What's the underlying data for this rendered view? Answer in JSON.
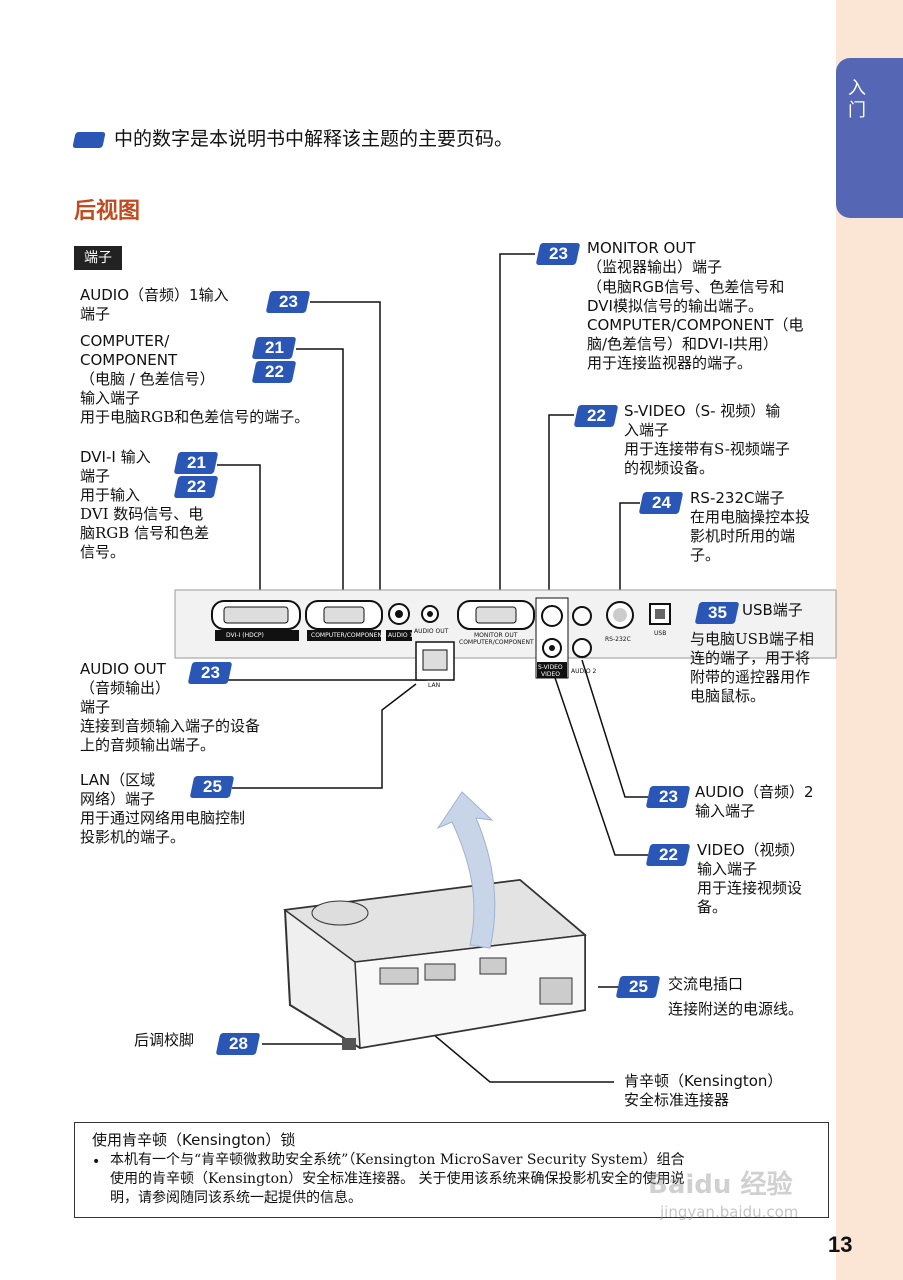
{
  "side_tab": {
    "label": "入门"
  },
  "legend": {
    "text": "中的数字是本说明书中解释该主题的主要页码。"
  },
  "section": {
    "title": "后视图"
  },
  "ports_label": "端子",
  "left_items": {
    "audio1": {
      "title": "AUDIO（音频）1输入",
      "title2": "端子",
      "pages": [
        "23"
      ]
    },
    "computer": {
      "l1": "COMPUTER/",
      "l2": "COMPONENT",
      "l3": "（电脑 / 色差信号）",
      "l4": "输入端子",
      "desc": "用于电脑RGB和色差信号的端子。",
      "pages": [
        "21",
        "22"
      ]
    },
    "dvi": {
      "l1": "DVI-I 输入",
      "l2": "端子",
      "d1": "用于输入",
      "d2": "DVI  数码信号、电",
      "d3": "脑RGB  信号和色差",
      "d4": "信号。",
      "pages": [
        "21",
        "22"
      ]
    },
    "audio_out": {
      "l1": "AUDIO OUT",
      "l2": "（音频输出）",
      "l3": "端子",
      "d1": "连接到音频输入端子的设备",
      "d2": "上的音频输出端子。",
      "pages": [
        "23"
      ]
    },
    "lan": {
      "l1": "LAN（区域",
      "l2": "网络）端子",
      "d1": "用于通过网络用电脑控制",
      "d2": "投影机的端子。",
      "pages": [
        "25"
      ]
    },
    "foot": {
      "l1": "后调校脚",
      "pages": [
        "28"
      ]
    }
  },
  "right_items": {
    "monitor": {
      "l1": "MONITOR OUT",
      "l2": "（监视器输出）端子",
      "l3": "（电脑RGB信号、色差信号和",
      "l4": "DVI模拟信号的输出端子。",
      "l5": "COMPUTER/COMPONENT（电",
      "l6": "脑/色差信号）和DVI-I共用）",
      "d1": "用于连接监视器的端子。",
      "pages": [
        "23"
      ]
    },
    "svideo": {
      "l1": "S-VIDEO（S- 视频）输",
      "l2": "入端子",
      "d1": "用于连接带有S-视频端子",
      "d2": "的视频设备。",
      "pages": [
        "22"
      ]
    },
    "rs232": {
      "l1": "RS-232C端子",
      "d1": "在用电脑操控本投",
      "d2": "影机时所用的端",
      "d3": "子。",
      "pages": [
        "24"
      ]
    },
    "usb": {
      "l1": "USB端子",
      "d1": "与电脑USB端子相",
      "d2": "连的端子，用于将",
      "d3": "附带的遥控器用作",
      "d4": "电脑鼠标。",
      "pages": [
        "35"
      ]
    },
    "audio2": {
      "l1": "AUDIO（音频）2",
      "l2": "输入端子",
      "pages": [
        "23"
      ]
    },
    "video": {
      "l1": "VIDEO（视频）",
      "l2": "输入端子",
      "d1": "用于连接视频设",
      "d2": "备。",
      "pages": [
        "22"
      ]
    },
    "ac": {
      "l1": "交流电插口",
      "d1": "连接附送的电源线。",
      "pages": [
        "25"
      ]
    },
    "kensington": {
      "l1": "肯辛顿（Kensington）",
      "l2": "安全标准连接器"
    }
  },
  "panel_labels": {
    "dvi": "DVI-I (HDCP)",
    "computer": "COMPUTER/COMPONENT",
    "audio1": "AUDIO 1",
    "audio_out": "AUDIO OUT",
    "monitor1": "MONITOR OUT",
    "monitor2": "COMPUTER/COMPONENT",
    "svideo": "S-VIDEO",
    "video": "VIDEO",
    "audio2": "AUDIO 2",
    "rs232": "RS-232C",
    "usb": "USB",
    "lan": "LAN"
  },
  "note": {
    "title": "使用肯辛顿（Kensington）锁",
    "bullet": "•",
    "l1": "本机有一个与“肯辛顿微救助安全系统”（Kensington  MicroSaver  Security  System）组合",
    "l2": "使用的肯辛顿（Kensington）安全标准连接器。 关于使用该系统来确保投影机安全的使用说",
    "l3": "明，请参阅随同该系统一起提供的信息。"
  },
  "watermark": {
    "l1": "Baidu 经验",
    "l2": "jingyan.baidu.com"
  },
  "page_number": "13",
  "colors": {
    "badge": "#2a57b6",
    "title": "#c14a1e",
    "side_tab": "#5567b4",
    "side_strip": "#fbe6d5"
  }
}
